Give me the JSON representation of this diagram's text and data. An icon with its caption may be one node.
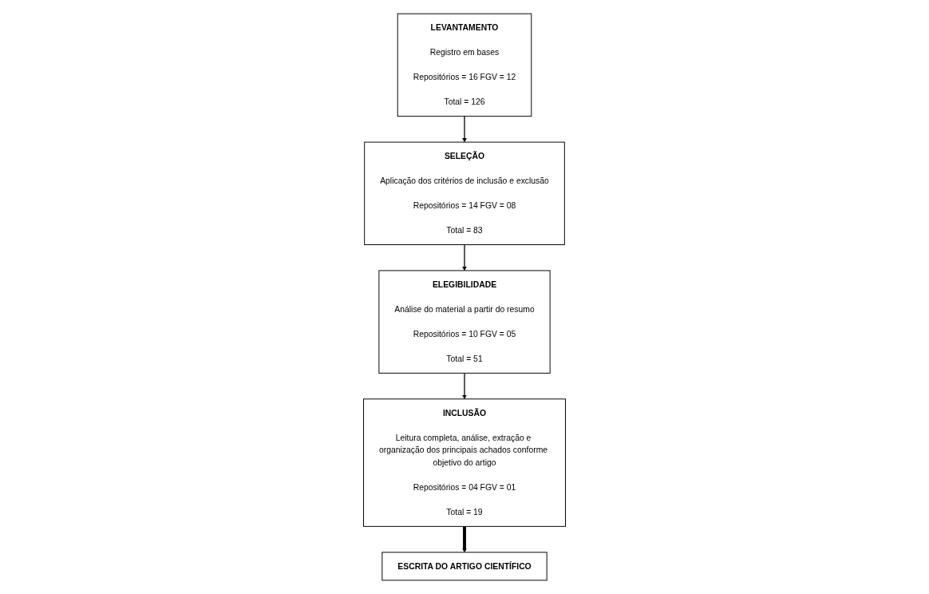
{
  "diagram": {
    "nodes": [
      {
        "text": [
          "LEVANTAMENTO",
          "Registro em bases",
          "Repositórios = 16 FGV = 12",
          "Total = 126"
        ]
      },
      {
        "text": [
          "SELEÇÃO",
          "Aplicação dos critérios de inclusão e exclusão",
          "Repositórios = 14 FGV = 08",
          "Total = 83"
        ]
      },
      {
        "text": [
          "ELEGIBILIDADE",
          "Análise do material a partir do resumo",
          "Repositórios = 10 FGV = 05",
          "Total = 51"
        ]
      },
      {
        "text": [
          "INCLUSÃO",
          "Leitura completa, análise, extração e organização dos principais achados conforme objetivo do artigo",
          "Repositórios = 04 FGV = 01",
          "Total = 19"
        ]
      },
      {
        "text": [
          "ESCRITA DO ARTIGO CIENTÍFICO"
        ]
      }
    ],
    "edges": [
      {
        "from": 0,
        "to": 1,
        "arrow": "to"
      },
      {
        "from": 1,
        "to": 2,
        "arrow": "to"
      },
      {
        "from": 2,
        "to": 3,
        "arrow": "to"
      },
      {
        "from": 3,
        "to": 4,
        "arrow": "to",
        "style": "thick"
      }
    ]
  }
}
